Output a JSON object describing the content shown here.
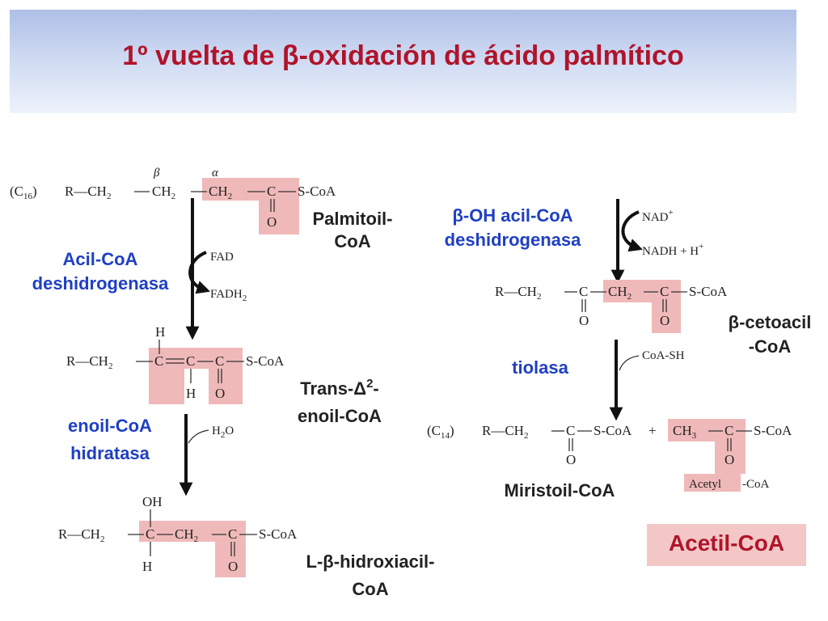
{
  "title": "1º vuelta de β-oxidación de ácido palmítico",
  "greek": {
    "alpha": "α",
    "beta": "β"
  },
  "colors": {
    "title": "#b0142a",
    "enzyme_labels": "#1f3fc4",
    "highlight": "#f0b9b9"
  },
  "molecules": {
    "palmitoil": {
      "chain_label": "(C",
      "chain_sub": "16",
      "chain_close": ")",
      "r_ch2": "R—CH",
      "ch2": "CH",
      "c": "C",
      "scoa": "S-CoA",
      "o": "O",
      "two": "2",
      "name": "Palmitoil-CoA",
      "name_l1": "Palmitoil-",
      "name_l2": "CoA"
    },
    "trans_enoil": {
      "h": "H",
      "name_l1": "Trans-Δ",
      "name_sup": "2",
      "name_l1_end": "-",
      "name_l2": "enoil-CoA"
    },
    "hidroxiacil": {
      "oh": "OH",
      "h": "H",
      "name_l1": "L-β-hidroxiacil-",
      "name_l2": "CoA"
    },
    "cetoacil": {
      "name_l1": "β-cetoacil",
      "name_l2": "-CoA"
    },
    "miristoil": {
      "chain_sub": "14",
      "plus": "+",
      "ch3": "CH",
      "three": "3",
      "name": "Miristoil-CoA",
      "acetyl": "Acetyl",
      "acetyl_coa_suffix": "-CoA"
    }
  },
  "enzymes": {
    "acil_deshidrogenasa": {
      "l1": "Acil-CoA",
      "l2": "deshidrogenasa"
    },
    "enoil_hidratasa": {
      "l1": "enoil-CoA",
      "l2": "hidratasa"
    },
    "oh_acil_deshidrogenasa": {
      "l1": "β-OH acil-CoA",
      "l2": "deshidrogenasa"
    },
    "tiolasa": "tiolasa"
  },
  "cofactors": {
    "fad": "FAD",
    "fadh2": "FADH",
    "fadh2_sub": "2",
    "h2o_h": "H",
    "h2o_sub": "2",
    "h2o_o": "O",
    "nad": "NAD",
    "nad_sup": "+",
    "nadh": "NADH + H",
    "nadh_sup": "+",
    "coash": "CoA-SH"
  },
  "product_box": "Acetil-CoA"
}
